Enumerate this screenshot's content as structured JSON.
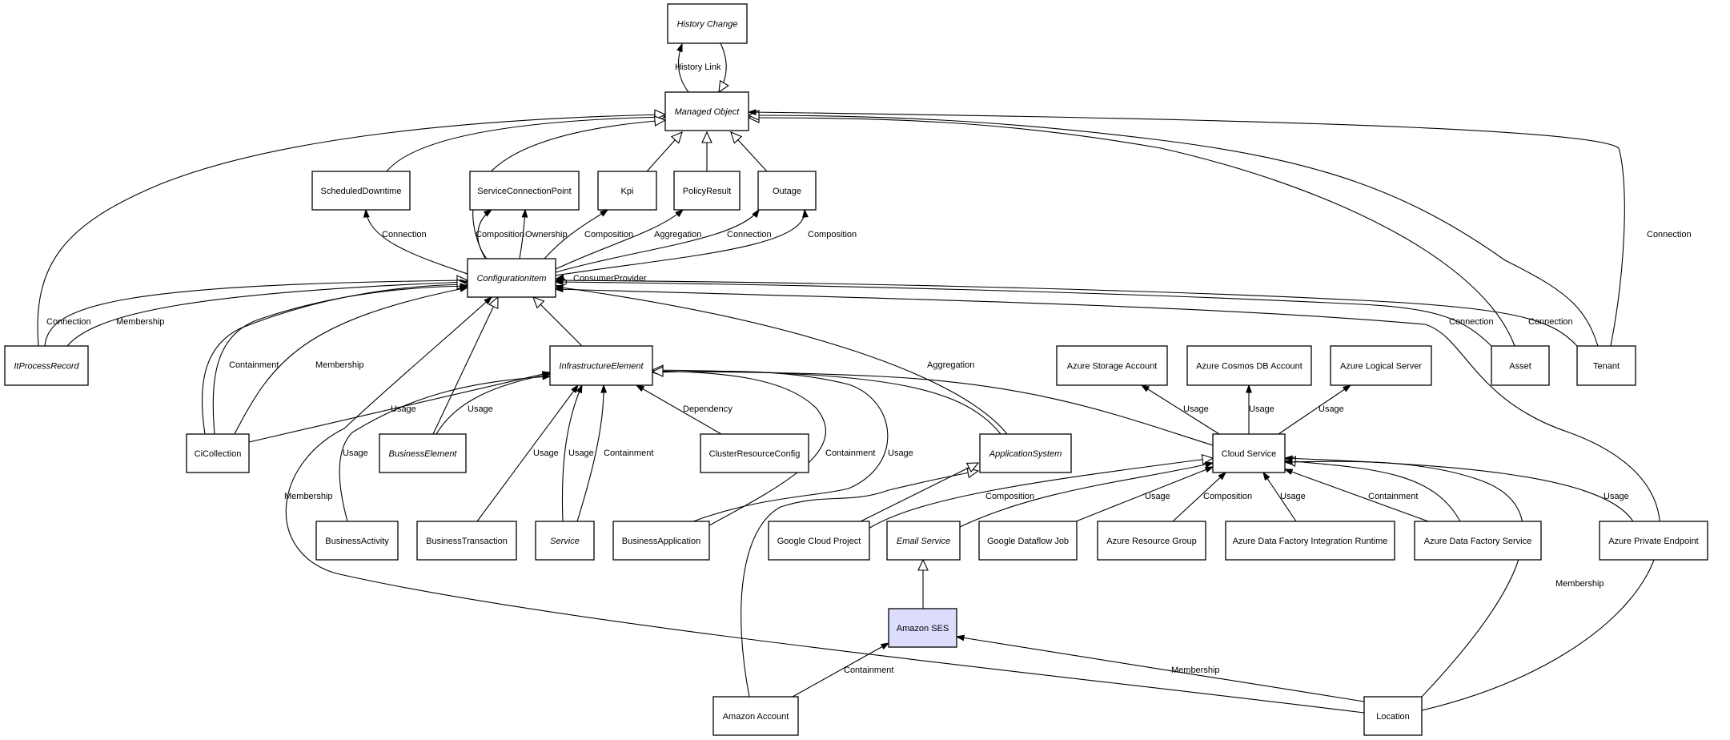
{
  "diagram": {
    "highlight_color": "#dcdcfc",
    "nodes": [
      {
        "id": "HC",
        "name": "History Change",
        "abstract": true
      },
      {
        "id": "MO",
        "name": "Managed Object",
        "abstract": true
      },
      {
        "id": "SD",
        "name": "ScheduledDowntime",
        "abstract": false
      },
      {
        "id": "SCP",
        "name": "ServiceConnectionPoint",
        "abstract": false
      },
      {
        "id": "KPI",
        "name": "Kpi",
        "abstract": false
      },
      {
        "id": "PR",
        "name": "PolicyResult",
        "abstract": false
      },
      {
        "id": "OUT",
        "name": "Outage",
        "abstract": false
      },
      {
        "id": "CI",
        "name": "ConfigurationItem",
        "abstract": true
      },
      {
        "id": "IPR",
        "name": "ItProcessRecord",
        "abstract": true
      },
      {
        "id": "IE",
        "name": "InfrastructureElement",
        "abstract": true
      },
      {
        "id": "ASA",
        "name": "Azure Storage Account",
        "abstract": false
      },
      {
        "id": "COS",
        "name": "Azure Cosmos DB Account",
        "abstract": false
      },
      {
        "id": "ALS",
        "name": "Azure Logical Server",
        "abstract": false
      },
      {
        "id": "AST",
        "name": "Asset",
        "abstract": false
      },
      {
        "id": "TEN",
        "name": "Tenant",
        "abstract": false
      },
      {
        "id": "CIC",
        "name": "CiCollection",
        "abstract": false
      },
      {
        "id": "BE",
        "name": "BusinessElement",
        "abstract": true
      },
      {
        "id": "CRC",
        "name": "ClusterResourceConfig",
        "abstract": false
      },
      {
        "id": "AS",
        "name": "ApplicationSystem",
        "abstract": true
      },
      {
        "id": "CS",
        "name": "Cloud Service",
        "abstract": false
      },
      {
        "id": "BACT",
        "name": "BusinessActivity",
        "abstract": false
      },
      {
        "id": "BT",
        "name": "BusinessTransaction",
        "abstract": false
      },
      {
        "id": "SVC",
        "name": "Service",
        "abstract": true
      },
      {
        "id": "BAPP",
        "name": "BusinessApplication",
        "abstract": false
      },
      {
        "id": "GCP",
        "name": "Google Cloud Project",
        "abstract": false
      },
      {
        "id": "ES",
        "name": "Email Service",
        "abstract": true
      },
      {
        "id": "GDJ",
        "name": "Google Dataflow Job",
        "abstract": false
      },
      {
        "id": "ARG",
        "name": "Azure Resource Group",
        "abstract": false
      },
      {
        "id": "ADFIR",
        "name": "Azure Data Factory Integration Runtime",
        "abstract": false
      },
      {
        "id": "ADFS",
        "name": "Azure Data Factory Service",
        "abstract": false
      },
      {
        "id": "APE",
        "name": "Azure Private Endpoint",
        "abstract": false
      },
      {
        "id": "SES",
        "name": "Amazon SES",
        "abstract": false,
        "highlighted": true
      },
      {
        "id": "AA",
        "name": "Amazon Account",
        "abstract": false
      },
      {
        "id": "LOC",
        "name": "Location",
        "abstract": false
      }
    ],
    "edges": [
      {
        "from": "MO",
        "to": "HC",
        "label": "History Link",
        "arrow": "association"
      },
      {
        "from": "HC",
        "to": "MO",
        "label": "",
        "arrow": "inheritance"
      },
      {
        "from": "SD",
        "to": "MO",
        "label": "",
        "arrow": "inheritance"
      },
      {
        "from": "IPR",
        "to": "MO",
        "label": "",
        "arrow": "inheritance"
      },
      {
        "from": "CI",
        "to": "MO",
        "label": "",
        "arrow": "inheritance"
      },
      {
        "from": "KPI",
        "to": "MO",
        "label": "",
        "arrow": "inheritance"
      },
      {
        "from": "PR",
        "to": "MO",
        "label": "",
        "arrow": "inheritance"
      },
      {
        "from": "OUT",
        "to": "MO",
        "label": "",
        "arrow": "inheritance"
      },
      {
        "from": "AST",
        "to": "MO",
        "label": "",
        "arrow": "inheritance"
      },
      {
        "from": "TEN",
        "to": "MO",
        "label": "",
        "arrow": "inheritance"
      },
      {
        "from": "TEN",
        "to": "MO",
        "label": "Connection",
        "arrow": "association"
      },
      {
        "from": "CI",
        "to": "SD",
        "label": "Connection",
        "arrow": "association"
      },
      {
        "from": "CI",
        "to": "SCP",
        "label": "Composition",
        "arrow": "association"
      },
      {
        "from": "CI",
        "to": "SCP",
        "label": "Ownership",
        "arrow": "association"
      },
      {
        "from": "CI",
        "to": "KPI",
        "label": "Composition",
        "arrow": "association"
      },
      {
        "from": "CI",
        "to": "PR",
        "label": "Aggregation",
        "arrow": "association"
      },
      {
        "from": "CI",
        "to": "OUT",
        "label": "Connection",
        "arrow": "association"
      },
      {
        "from": "CI",
        "to": "OUT",
        "label": "Composition",
        "arrow": "association"
      },
      {
        "from": "CI",
        "to": "CI",
        "label": "ConsumerProvider",
        "arrow": "association"
      },
      {
        "from": "IPR",
        "to": "CI",
        "label": "Connection",
        "arrow": "inheritance"
      },
      {
        "from": "IPR",
        "to": "CI",
        "label": "Membership",
        "arrow": "association"
      },
      {
        "from": "CIC",
        "to": "CI",
        "label": "",
        "arrow": "inheritance"
      },
      {
        "from": "CIC",
        "to": "CI",
        "label": "Containment",
        "arrow": "association"
      },
      {
        "from": "CIC",
        "to": "CI",
        "label": "Membership",
        "arrow": "association"
      },
      {
        "from": "BE",
        "to": "CI",
        "label": "",
        "arrow": "inheritance"
      },
      {
        "from": "IE",
        "to": "CI",
        "label": "",
        "arrow": "inheritance"
      },
      {
        "from": "LOC",
        "to": "CI",
        "label": "Membership",
        "arrow": "association"
      },
      {
        "from": "AS",
        "to": "CI",
        "label": "Aggregation",
        "arrow": "association"
      },
      {
        "from": "LOC",
        "to": "CI",
        "label": "",
        "arrow": "association"
      },
      {
        "from": "AST",
        "to": "CI",
        "label": "Connection",
        "arrow": "association"
      },
      {
        "from": "TEN",
        "to": "CI",
        "label": "Connection",
        "arrow": "association"
      },
      {
        "from": "CIC",
        "to": "IE",
        "label": "Usage",
        "arrow": "association"
      },
      {
        "from": "BE",
        "to": "IE",
        "label": "Usage",
        "arrow": "association"
      },
      {
        "from": "BACT",
        "to": "IE",
        "label": "Usage",
        "arrow": "association"
      },
      {
        "from": "BT",
        "to": "IE",
        "label": "Usage",
        "arrow": "association"
      },
      {
        "from": "SVC",
        "to": "IE",
        "label": "Usage",
        "arrow": "association"
      },
      {
        "from": "SVC",
        "to": "IE",
        "label": "Containment",
        "arrow": "association"
      },
      {
        "from": "CRC",
        "to": "IE",
        "label": "Dependency",
        "arrow": "association"
      },
      {
        "from": "BAPP",
        "to": "IE",
        "label": "Containment",
        "arrow": "association"
      },
      {
        "from": "BAPP",
        "to": "IE",
        "label": "Usage",
        "arrow": "association"
      },
      {
        "from": "AS",
        "to": "IE",
        "label": "",
        "arrow": "inheritance"
      },
      {
        "from": "CS",
        "to": "IE",
        "label": "",
        "arrow": "inheritance"
      },
      {
        "from": "AA",
        "to": "AS",
        "label": "",
        "arrow": "inheritance"
      },
      {
        "from": "GCP",
        "to": "AS",
        "label": "",
        "arrow": "inheritance"
      },
      {
        "from": "CS",
        "to": "ASA",
        "label": "Usage",
        "arrow": "association"
      },
      {
        "from": "CS",
        "to": "COS",
        "label": "Usage",
        "arrow": "association"
      },
      {
        "from": "CS",
        "to": "ALS",
        "label": "Usage",
        "arrow": "association"
      },
      {
        "from": "GCP",
        "to": "CS",
        "label": "",
        "arrow": "inheritance"
      },
      {
        "from": "ES",
        "to": "CS",
        "label": "Composition",
        "arrow": "association"
      },
      {
        "from": "GDJ",
        "to": "CS",
        "label": "Usage",
        "arrow": "association"
      },
      {
        "from": "ARG",
        "to": "CS",
        "label": "Composition",
        "arrow": "association"
      },
      {
        "from": "ADFIR",
        "to": "CS",
        "label": "Usage",
        "arrow": "association"
      },
      {
        "from": "ADFS",
        "to": "CS",
        "label": "Containment",
        "arrow": "association"
      },
      {
        "from": "ADFS",
        "to": "CS",
        "label": "",
        "arrow": "inheritance"
      },
      {
        "from": "APE",
        "to": "CS",
        "label": "Usage",
        "arrow": "association"
      },
      {
        "from": "LOC",
        "to": "CS",
        "label": "Membership",
        "arrow": "association"
      },
      {
        "from": "SES",
        "to": "ES",
        "label": "",
        "arrow": "inheritance"
      },
      {
        "from": "AA",
        "to": "SES",
        "label": "Containment",
        "arrow": "association"
      },
      {
        "from": "LOC",
        "to": "SES",
        "label": "Membership",
        "arrow": "association"
      }
    ]
  }
}
